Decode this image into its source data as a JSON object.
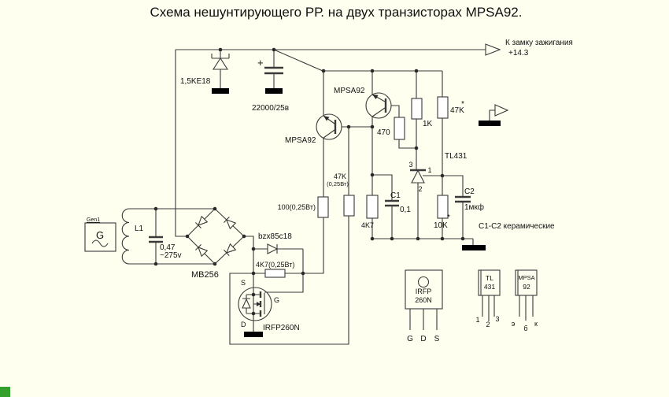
{
  "title": "Схема нешунтирующего РР.  на двух транзисторах MPSA92.",
  "colors": {
    "background": "#fffff0",
    "line": "#3a3a3a",
    "text": "#111111",
    "corner_square": "#33a02c"
  },
  "power": {
    "ignition_label": "К замку зажигания",
    "ignition_voltage": "+14.3",
    "tvs": "1,5KE18",
    "filter_cap": "22000/25в",
    "plus": "+"
  },
  "regulator": {
    "q1": "MPSA92",
    "q2": "MPSA92",
    "r470": "470",
    "r1k": "1K",
    "r47k_top": "47K",
    "r47k_top_star": "*",
    "tl431": "TL431",
    "tl431_pin1": "1",
    "tl431_pin2": "2",
    "tl431_pin3": "3",
    "r100": "100(0,25Вт)",
    "r47k_fb": "47K",
    "r47k_fb_watt": "(0,25Вт)",
    "r4k7_div": "4K7",
    "c1": "C1",
    "c1_value": "0,1",
    "r10k": "10K",
    "r10k_star": "*",
    "c2": "C2",
    "c2_value": "1мкф",
    "cap_note": "C1-C2 керамические"
  },
  "generator": {
    "designator": "Gen1",
    "letter": "G"
  },
  "tank": {
    "inductor": "L1",
    "cap_value": "0,47",
    "cap_rating": "~275v"
  },
  "bridge": {
    "label": "MB256"
  },
  "mosfet": {
    "zener": "bzx85c18",
    "r_gate": "4K7(0,25Вт)",
    "name": "IRFP260N",
    "s": "S",
    "g": "G",
    "d": "D"
  },
  "packages": {
    "irfp": {
      "line1": "IRFP",
      "line2": "260N",
      "pin1": "G",
      "pin2": "D",
      "pin3": "S"
    },
    "tl431": {
      "line1": "TL",
      "line2": "431",
      "pin1": "1",
      "pin2": "2",
      "pin3": "3"
    },
    "mpsa": {
      "line1": "MPSA",
      "line2": "92",
      "pin1": "э",
      "pin2": "б",
      "pin3": "к"
    }
  }
}
